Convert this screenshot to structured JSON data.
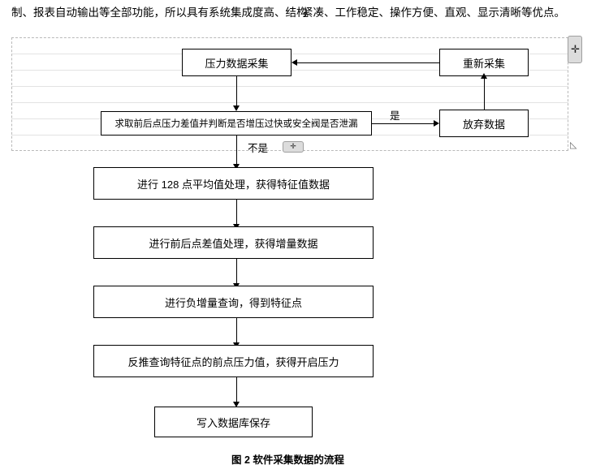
{
  "document": {
    "paragraph_left": "制、报表自动输出等全部功能，所以具有系统集成度高、结构",
    "paragraph_right": "紧凑、工作稳定、操作方便、直观、显示清晰等优点。",
    "caption": "图 2 软件采集数据的流程"
  },
  "editor": {
    "handle_plus": "✛",
    "mini_handle": "✛",
    "resize_corner": "◺"
  },
  "flowchart": {
    "boxes": [
      {
        "id": "collect",
        "label": "压力数据采集"
      },
      {
        "id": "recollect",
        "label": "重新采集"
      },
      {
        "id": "judge",
        "label": "求取前后点压力差值并判断是否增压过快或安全阀是否泄漏"
      },
      {
        "id": "discard",
        "label": "放弃数据"
      },
      {
        "id": "average",
        "label": "进行 128 点平均值处理，获得特征值数据"
      },
      {
        "id": "difference",
        "label": "进行前后点差值处理，获得增量数据"
      },
      {
        "id": "negative",
        "label": "进行负增量查询，得到特征点"
      },
      {
        "id": "backtrack",
        "label": "反推查询特征点的前点压力值，获得开启压力"
      },
      {
        "id": "save",
        "label": "写入数据库保存"
      }
    ],
    "labels": [
      {
        "id": "yes",
        "text": "是"
      },
      {
        "id": "no",
        "text": "不是"
      }
    ]
  }
}
